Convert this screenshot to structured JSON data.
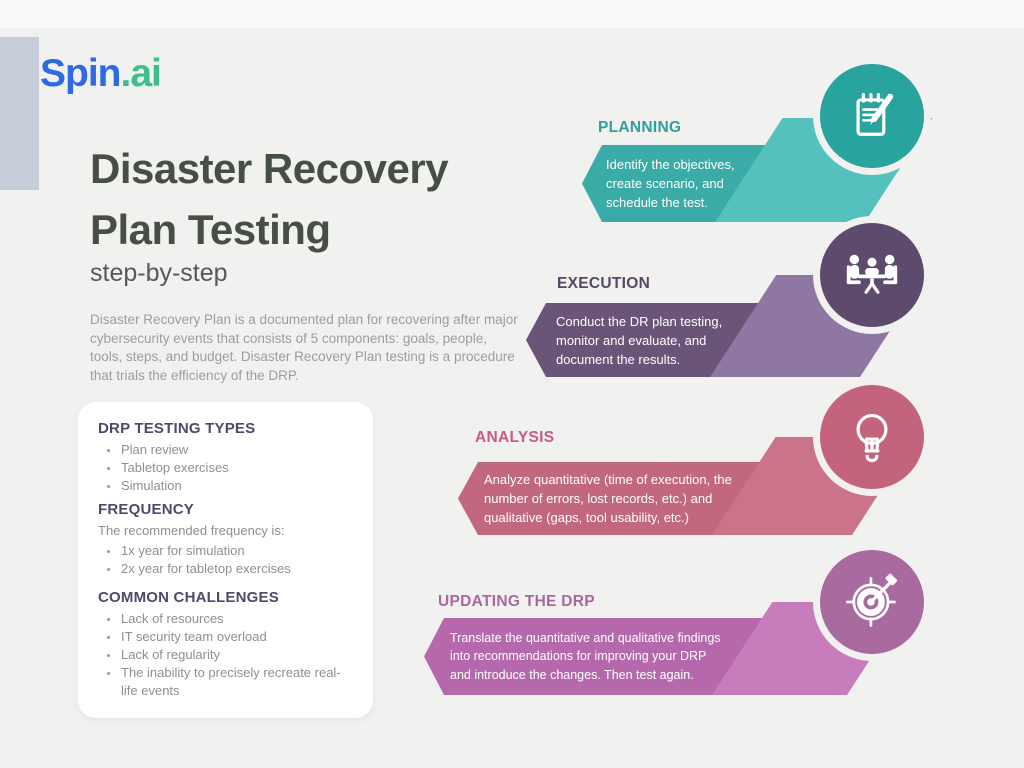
{
  "background": {
    "canvas": "#F1F1EF",
    "top_strip": "#F9F9F7",
    "left_accent_bar": "#C6CDD9"
  },
  "logo": {
    "text_primary": "Spin",
    "text_secondary": ".ai",
    "color_primary": "#2F6AE4",
    "color_secondary": "#3EBE8D"
  },
  "header": {
    "title_line1": "Disaster Recovery",
    "title_line2": "Plan Testing",
    "subtitle": "step-by-step",
    "title_color": "#464E45"
  },
  "intro": {
    "text": "Disaster Recovery Plan is a documented plan for recovering after major cybersecurity events that consists of 5 components: goals, people, tools, steps, and budget. Disaster Recovery Plan testing is a procedure that trials the efficiency of the DRP."
  },
  "info_card": {
    "heading_color": "#53476B",
    "sections": [
      {
        "heading": "DRP TESTING TYPES",
        "intro": "",
        "bullets": [
          "Plan review",
          "Tabletop exercises",
          "Simulation"
        ]
      },
      {
        "heading": "FREQUENCY",
        "intro": "The recommended frequency is:",
        "bullets": [
          "1x year for simulation",
          "2x year for tabletop exercises"
        ]
      },
      {
        "heading": "COMMON CHALLENGES",
        "intro": "",
        "bullets": [
          "Lack of resources",
          "IT security team overload",
          "Lack of regularity",
          "The inability to precisely recreate real-life events"
        ]
      }
    ]
  },
  "steps": [
    {
      "label": "PLANNING",
      "icon": "notepad-pencil-icon",
      "description": "Identify the objectives,\ncreate scenario, and\nschedule the test.",
      "label_color": "#2E9F9A",
      "ribbon_color": "#3AABA6",
      "sweep_color": "#55C1BC",
      "circle_color": "#29A39E"
    },
    {
      "label": "EXECUTION",
      "icon": "meeting-table-icon",
      "description": "Conduct the DR plan testing,\nmonitor and evaluate, and\ndocument the results.",
      "label_color": "#564768",
      "ribbon_color": "#6A5478",
      "sweep_color": "#8E77A2",
      "circle_color": "#5D4B6E"
    },
    {
      "label": "ANALYSIS",
      "icon": "lightbulb-icon",
      "description": "Analyze quantitative (time of execution, the\nnumber of errors, lost records, etc.) and\nqualitative (gaps, tool usability, etc.)",
      "label_color": "#C85C7E",
      "ribbon_color": "#C2687E",
      "sweep_color": "#CB7389",
      "circle_color": "#C3647C"
    },
    {
      "label": "UPDATING THE DRP",
      "icon": "target-dart-icon",
      "description": "Translate the quantitative and qualitative findings\ninto recommendations for improving your DRP\nand introduce the changes. Then test again.",
      "label_color": "#A8679E",
      "ribbon_color": "#B569AC",
      "sweep_color": "#C77CBC",
      "circle_color": "#A96AA0"
    }
  ]
}
